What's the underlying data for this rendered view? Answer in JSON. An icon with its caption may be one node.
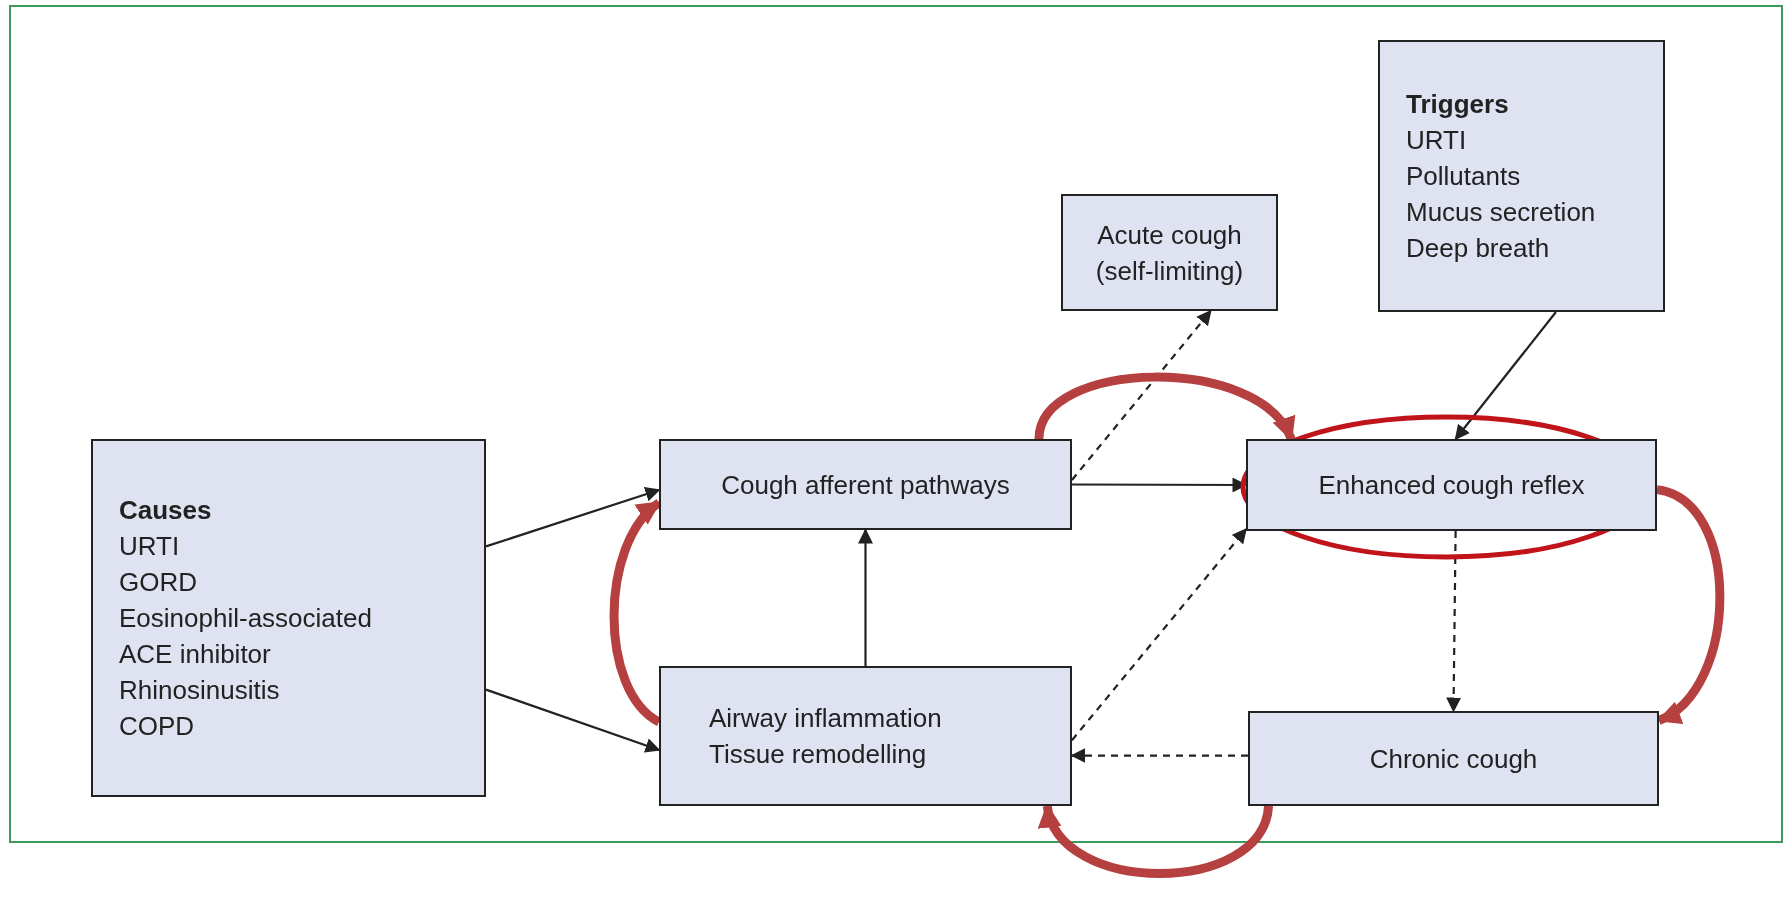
{
  "diagram": {
    "nodes": [
      {
        "text": [
          "Causes",
          "URTI",
          "GORD",
          "Eosinophil-associated",
          "ACE inhibitor",
          "Rhinosinusitis",
          "COPD"
        ]
      },
      {
        "text": [
          "Cough afferent pathways"
        ]
      },
      {
        "text": [
          "Acute cough (self-limiting)"
        ]
      },
      {
        "text": [
          "Triggers",
          "URTI",
          "Pollutants",
          "Mucus secretion",
          "Deep breath"
        ]
      },
      {
        "text": [
          "Enhanced cough reflex"
        ]
      },
      {
        "text": [
          "Airway inflammation",
          "Tissue remodelling"
        ]
      },
      {
        "text": [
          "Chronic cough"
        ]
      }
    ],
    "edges": [
      {
        "from": 0,
        "to": 1,
        "arrow": "to"
      },
      {
        "from": 0,
        "to": 5,
        "arrow": "to"
      },
      {
        "from": 5,
        "to": 1,
        "arrow": "to"
      },
      {
        "from": 1,
        "to": 4,
        "arrow": "to"
      },
      {
        "from": 1,
        "to": 2,
        "arrow": "to",
        "style": "dashed"
      },
      {
        "from": 3,
        "to": 4,
        "arrow": "to"
      },
      {
        "from": 4,
        "to": 6,
        "arrow": "to",
        "style": "dashed"
      },
      {
        "from": 6,
        "to": 5,
        "arrow": "to",
        "style": "dashed"
      },
      {
        "from": 5,
        "to": 4,
        "arrow": "to",
        "style": "dashed"
      },
      {
        "from": 5,
        "to": 1,
        "arrow": "to",
        "style": "thick",
        "color": "#b5403f"
      },
      {
        "from": 1,
        "to": 4,
        "arrow": "to",
        "style": "thick",
        "color": "#b5403f"
      },
      {
        "from": 4,
        "to": 6,
        "arrow": "to",
        "style": "thick",
        "color": "#b5403f"
      },
      {
        "from": 6,
        "to": 5,
        "arrow": "to",
        "style": "thick",
        "color": "#b5403f"
      }
    ]
  }
}
